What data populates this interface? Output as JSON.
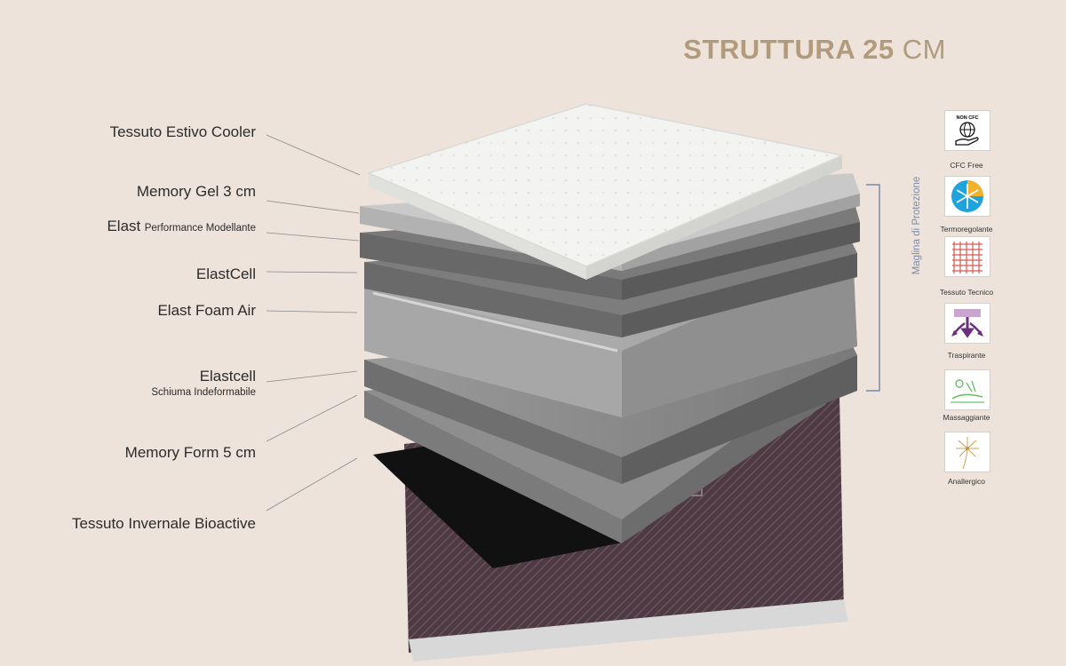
{
  "header": {
    "title_bold": "STRUTTURA 25",
    "title_light": "CM"
  },
  "layers": [
    {
      "main": "Tessuto Estivo Cooler"
    },
    {
      "main": "Memory Gel 3 cm"
    },
    {
      "main": "Elast",
      "sub": "Performance Modellante"
    },
    {
      "main": "ElastCell"
    },
    {
      "main": "Elast Foam Air"
    },
    {
      "main": "Elastcell",
      "sub_line": "Schiuma Indeformabile"
    },
    {
      "main": "Memory Form 5 cm"
    },
    {
      "main": "Tessuto Invernale Bioactive"
    }
  ],
  "side_bracket_label": "Maglina di Protezione",
  "features": [
    {
      "label": "CFC Free",
      "icon": "non-cfc-globe-hand-icon",
      "badge": "NON CFC"
    },
    {
      "label": "Termoregolante",
      "icon": "snowflake-sun-icon"
    },
    {
      "label": "Tessuto Tecnico",
      "icon": "woven-fabric-icon"
    },
    {
      "label": "Traspirante",
      "icon": "airflow-arrows-icon"
    },
    {
      "label": "Massaggiante",
      "icon": "massage-icon"
    },
    {
      "label": "Anallergico",
      "icon": "dandelion-icon"
    }
  ],
  "colors": {
    "background": "#ede3da",
    "title": "#b29a7d",
    "label_text": "#2b2b2b",
    "bracket": "#7d8aa6",
    "foam_dark": "#777777",
    "foam_mid": "#8c8c8c",
    "foam_light": "#c9c9c9",
    "cover_white": "#f2f2f0",
    "base_fabric": "#4e3a42"
  }
}
